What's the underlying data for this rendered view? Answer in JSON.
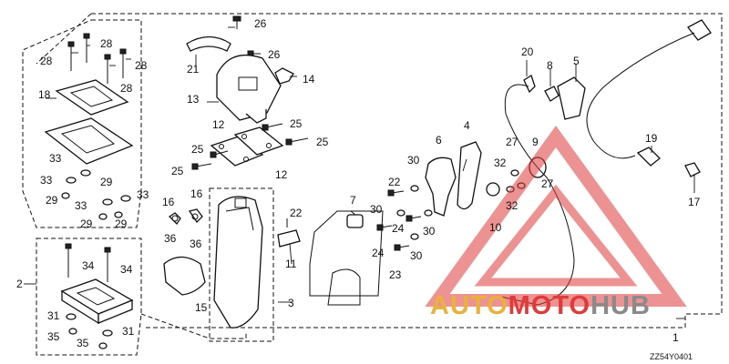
{
  "diagram": {
    "code": "ZZ54Y0401",
    "callouts": [
      {
        "id": "c26a",
        "text": "26"
      },
      {
        "id": "c26b",
        "text": "26"
      },
      {
        "id": "c28a",
        "text": "28"
      },
      {
        "id": "c28b",
        "text": "28"
      },
      {
        "id": "c28c",
        "text": "28"
      },
      {
        "id": "c28d",
        "text": "28"
      },
      {
        "id": "c18",
        "text": "18"
      },
      {
        "id": "c33a",
        "text": "33"
      },
      {
        "id": "c33b",
        "text": "33"
      },
      {
        "id": "c33c",
        "text": "33"
      },
      {
        "id": "c33d",
        "text": "33"
      },
      {
        "id": "c29a",
        "text": "29"
      },
      {
        "id": "c29b",
        "text": "29"
      },
      {
        "id": "c29c",
        "text": "29"
      },
      {
        "id": "c29d",
        "text": "29"
      },
      {
        "id": "c21",
        "text": "21"
      },
      {
        "id": "c13",
        "text": "13"
      },
      {
        "id": "c14",
        "text": "14"
      },
      {
        "id": "c12a",
        "text": "12"
      },
      {
        "id": "c12b",
        "text": "12"
      },
      {
        "id": "c25a",
        "text": "25"
      },
      {
        "id": "c25b",
        "text": "25"
      },
      {
        "id": "c25c",
        "text": "25"
      },
      {
        "id": "c25d",
        "text": "25"
      },
      {
        "id": "c16a",
        "text": "16"
      },
      {
        "id": "c16b",
        "text": "16"
      },
      {
        "id": "c36a",
        "text": "36"
      },
      {
        "id": "c36b",
        "text": "36"
      },
      {
        "id": "c22a",
        "text": "22"
      },
      {
        "id": "c22b",
        "text": "22"
      },
      {
        "id": "c11",
        "text": "11"
      },
      {
        "id": "c15",
        "text": "15"
      },
      {
        "id": "c3",
        "text": "3"
      },
      {
        "id": "c7",
        "text": "7"
      },
      {
        "id": "c30a",
        "text": "30"
      },
      {
        "id": "c30b",
        "text": "30"
      },
      {
        "id": "c30c",
        "text": "30"
      },
      {
        "id": "c30d",
        "text": "30"
      },
      {
        "id": "c24a",
        "text": "24"
      },
      {
        "id": "c24b",
        "text": "24"
      },
      {
        "id": "c23",
        "text": "23"
      },
      {
        "id": "c6",
        "text": "6"
      },
      {
        "id": "c4",
        "text": "4"
      },
      {
        "id": "c10",
        "text": "10"
      },
      {
        "id": "c27a",
        "text": "27"
      },
      {
        "id": "c27b",
        "text": "27"
      },
      {
        "id": "c32a",
        "text": "32"
      },
      {
        "id": "c32b",
        "text": "32"
      },
      {
        "id": "c9",
        "text": "9"
      },
      {
        "id": "c20",
        "text": "20"
      },
      {
        "id": "c8",
        "text": "8"
      },
      {
        "id": "c5",
        "text": "5"
      },
      {
        "id": "c19",
        "text": "19"
      },
      {
        "id": "c17",
        "text": "17"
      },
      {
        "id": "c1",
        "text": "1"
      },
      {
        "id": "c2",
        "text": "2"
      },
      {
        "id": "c34a",
        "text": "34"
      },
      {
        "id": "c34b",
        "text": "34"
      },
      {
        "id": "c31a",
        "text": "31"
      },
      {
        "id": "c31b",
        "text": "31"
      },
      {
        "id": "c35a",
        "text": "35"
      },
      {
        "id": "c35b",
        "text": "35"
      }
    ]
  },
  "watermark": {
    "part1": "AUTO",
    "part2": "MOTO",
    "part3": "HUB",
    "color_gold": "#e8b23c",
    "color_red": "#e03a3a",
    "color_gray": "#8a8a8a"
  }
}
